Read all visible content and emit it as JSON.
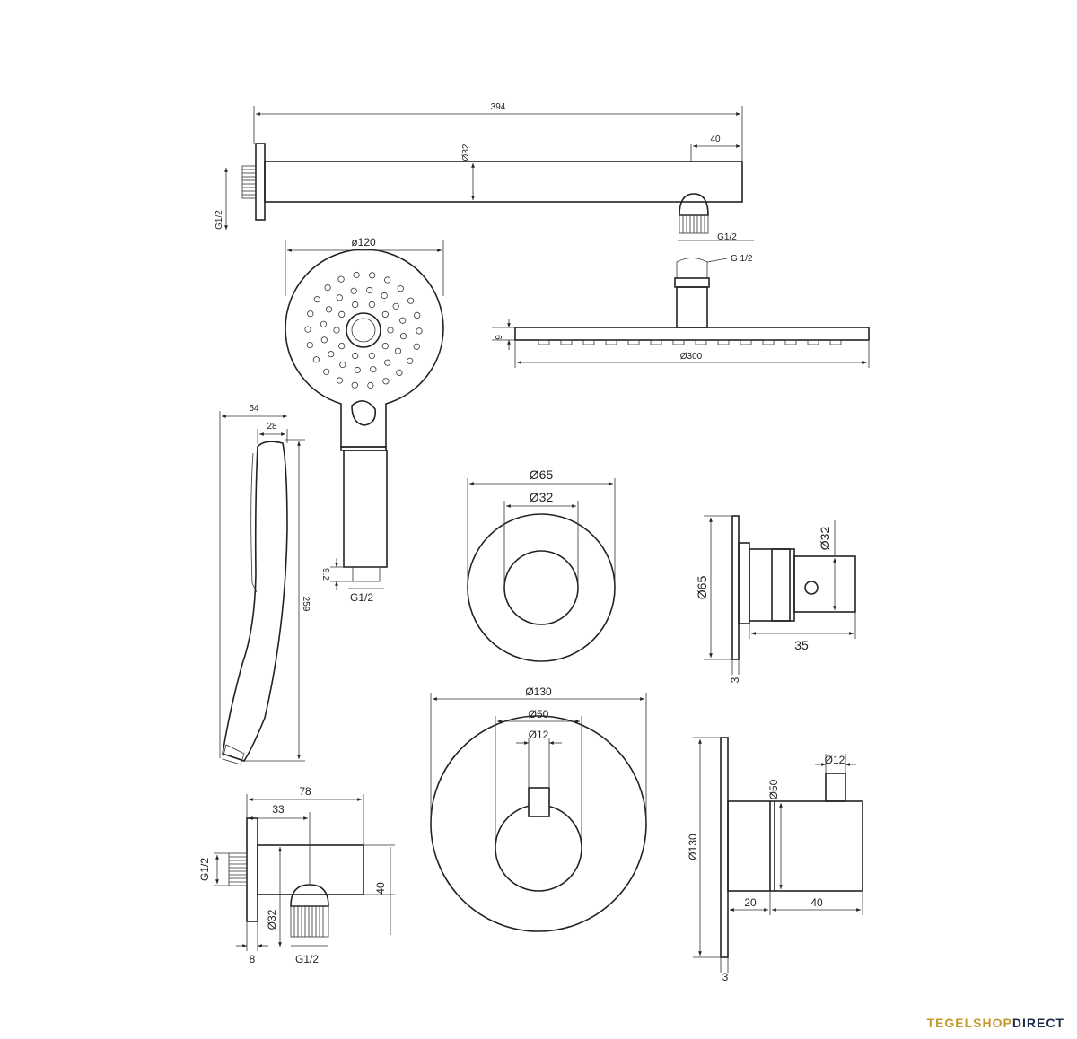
{
  "dimensions": {
    "arm_length": "394",
    "arm_dia": "Ø32",
    "arm_end": "40",
    "arm_thread_left": "G1/2",
    "arm_thread_right": "G1/2",
    "rain_thread": "G 1/2",
    "rain_thickness": "9",
    "rain_dia": "Ø300",
    "hand_head_dia": "ø120",
    "hand_thread": "G1/2",
    "hand_conn": "9.2",
    "side_depth": "54",
    "side_head": "28",
    "side_length": "259",
    "rose_outer": "Ø65",
    "rose_inner": "Ø32",
    "valve_side_dia": "Ø65",
    "valve_side_body": "Ø32",
    "valve_side_depth": "35",
    "valve_side_plate": "3",
    "plate_outer": "Ø130",
    "plate_knob": "Ø50",
    "plate_lever": "Ø12",
    "therm_side_height": "Ø130",
    "therm_side_knob": "Ø50",
    "therm_side_lever": "Ø12",
    "therm_side_gap": "20",
    "therm_side_depth": "40",
    "therm_side_plate": "3",
    "elbow_total": "78",
    "elbow_half": "33",
    "elbow_thread_left": "G1/2",
    "elbow_body_dia": "Ø32",
    "elbow_height": "40",
    "elbow_plate": "8",
    "elbow_thread_bottom": "G1/2"
  },
  "brand": {
    "part1": "TEGELSHOP",
    "part2": "DIRECT"
  }
}
